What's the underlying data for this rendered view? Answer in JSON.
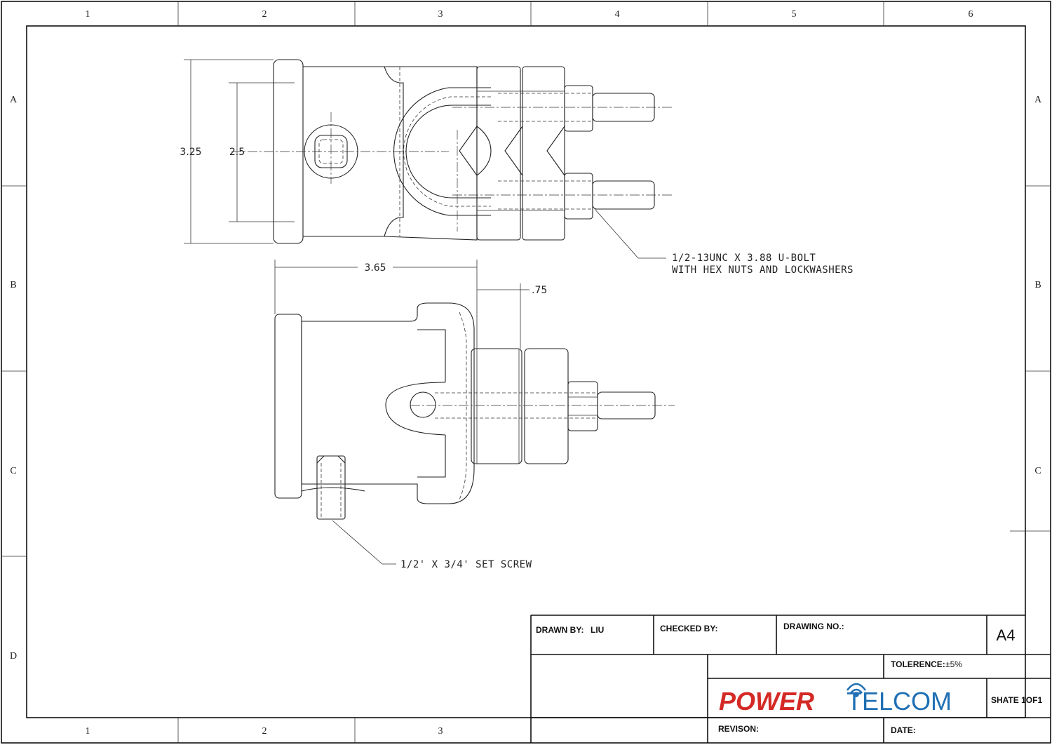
{
  "sheet": {
    "col_labels": [
      "1",
      "2",
      "3",
      "4",
      "5",
      "6"
    ],
    "row_labels": [
      "A",
      "B",
      "C",
      "D"
    ]
  },
  "top_view": {
    "dim_overall": "3.25",
    "dim_inner": "2.5"
  },
  "side_view": {
    "dim_length": "3.65",
    "dim_offset": ".75"
  },
  "notes": {
    "ubolt_line1": "1/2-13UNC X 3.88 U-BOLT",
    "ubolt_line2": "WITH HEX NUTS AND LOCKWASHERS",
    "set_screw": "1/2' X 3/4' SET SCREW"
  },
  "title_block": {
    "drawn_by_label": "DRAWN BY:",
    "drawn_by_value": "LIU",
    "checked_by_label": "CHECKED BY:",
    "drawing_no_label": "DRAWING NO.:",
    "size": "A4",
    "tolerance_label": "TOLERENCE:",
    "tolerance_value": "±5%",
    "sheet": "SHATE 1OF1",
    "revision_label": "REVISON:",
    "date_label": "DATE:",
    "logo_power": "POWER",
    "logo_telcom": "TELCOM",
    "logo_power_color": "#d42a26",
    "logo_telcom_color": "#1f6fb4"
  }
}
